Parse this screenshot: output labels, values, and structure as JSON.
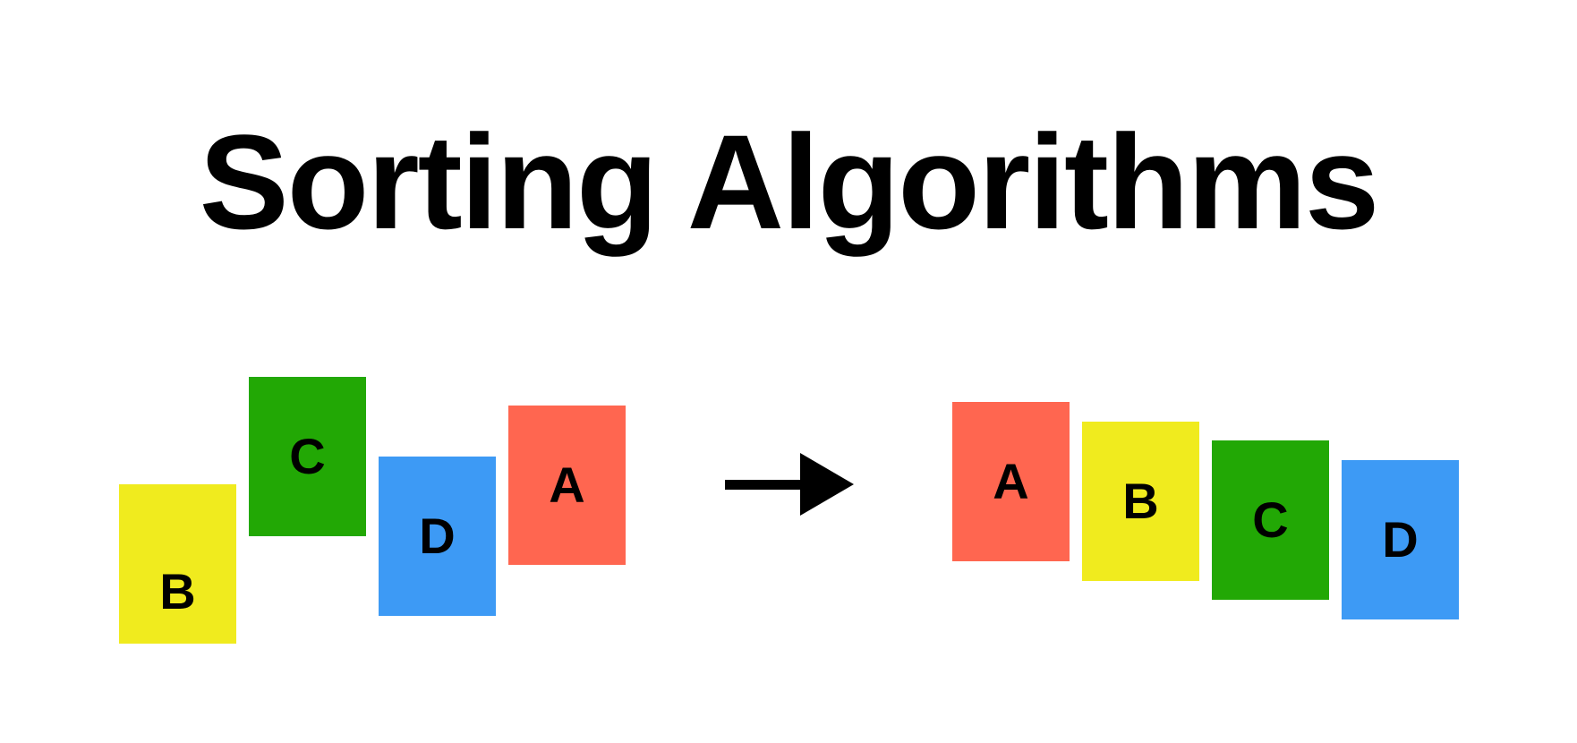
{
  "title": "Sorting Algorithms",
  "unsorted": [
    {
      "label": "B",
      "color": "#F0EB1E"
    },
    {
      "label": "C",
      "color": "#22A805"
    },
    {
      "label": "D",
      "color": "#3D9AF5"
    },
    {
      "label": "A",
      "color": "#FF6650"
    }
  ],
  "sorted": [
    {
      "label": "A",
      "color": "#FF6650"
    },
    {
      "label": "B",
      "color": "#F0EB1E"
    },
    {
      "label": "C",
      "color": "#22A805"
    },
    {
      "label": "D",
      "color": "#3D9AF5"
    }
  ],
  "arrow": {
    "icon": "arrow-right-icon",
    "color": "#000000"
  }
}
